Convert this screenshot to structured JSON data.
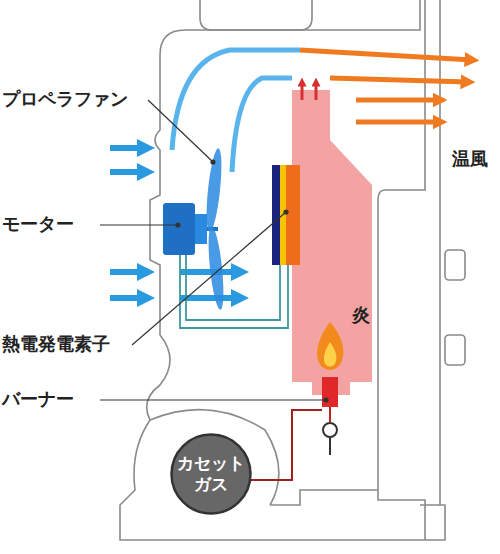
{
  "diagram": {
    "nodes": [
      {
        "text": [
          "カセット ガス"
        ]
      }
    ],
    "labels": [
      "プロペラファン",
      "モーター",
      "熱電発電素子",
      "バーナー",
      "炎",
      "温風"
    ]
  }
}
